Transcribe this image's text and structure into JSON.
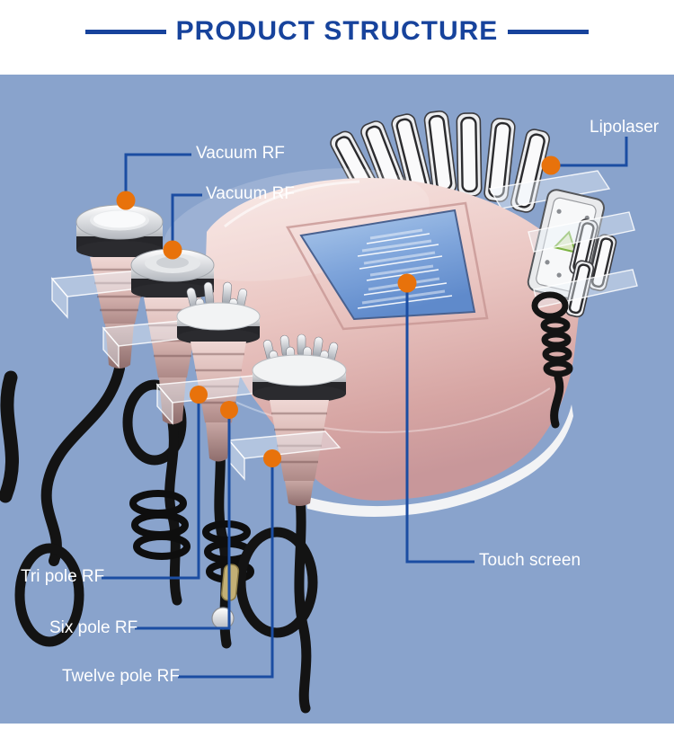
{
  "header": {
    "title": "PRODUCT STRUCTURE"
  },
  "style": {
    "panel_bg": "#89A3CC",
    "title_color": "#17439C",
    "line_color": "#1B4DA2",
    "dot_color": "#E8720B",
    "label_color": "#FFFFFF",
    "machine_body_color": "#EAC6C2",
    "screen_color": "#6F96CF"
  },
  "callouts": {
    "vacuum_rf_1": {
      "label": "Vacuum RF"
    },
    "vacuum_rf_2": {
      "label": "Vacuum RF"
    },
    "lipolaser": {
      "label": "Lipolaser"
    },
    "touch_screen": {
      "label": "Touch screen"
    },
    "tri_pole_rf": {
      "label": "Tri pole RF"
    },
    "six_pole_rf": {
      "label": "Six pole RF"
    },
    "twelve_pole_rf": {
      "label": "Twelve pole RF"
    }
  }
}
